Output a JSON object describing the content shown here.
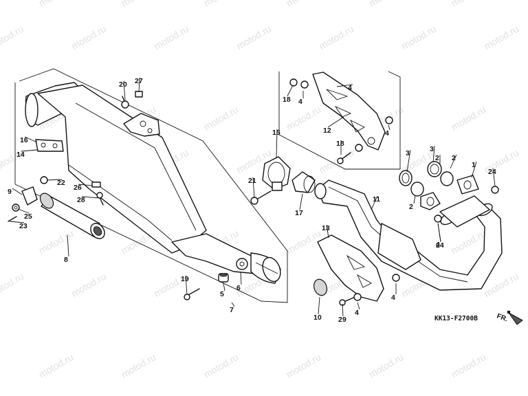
{
  "watermark": {
    "text": "motod.ru"
  },
  "diagram": {
    "code": "KK13-F2700B",
    "direction_label": "FR.",
    "callouts": [
      "1",
      "2",
      "2",
      "2",
      "3",
      "3",
      "4",
      "4",
      "4",
      "4",
      "4",
      "4",
      "5",
      "6",
      "7",
      "8",
      "9",
      "10",
      "11",
      "12",
      "13",
      "14",
      "15",
      "16",
      "17",
      "18",
      "18",
      "19",
      "20",
      "21",
      "22",
      "23",
      "24",
      "24",
      "25",
      "26",
      "27",
      "28",
      "29"
    ]
  }
}
